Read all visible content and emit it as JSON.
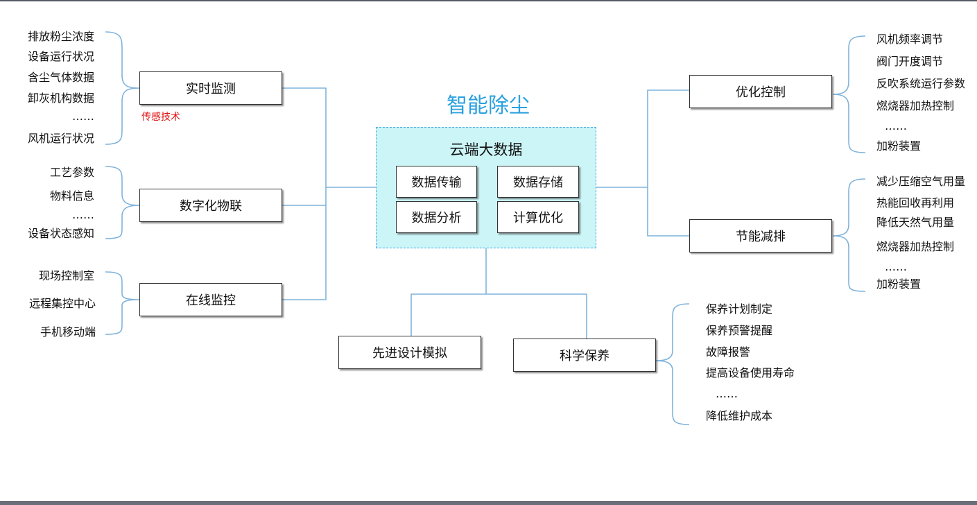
{
  "title": "智能除尘",
  "cloud": {
    "title": "云端大数据",
    "cells": [
      "数据传输",
      "数据存储",
      "数据分析",
      "计算优化"
    ]
  },
  "nodes": {
    "realtime": "实时监测",
    "digital": "数字化物联",
    "online": "在线监控",
    "optimize": "优化控制",
    "energy": "节能减排",
    "design": "先进设计模拟",
    "maintain": "科学保养"
  },
  "sensor_note": "传感技术",
  "lists": {
    "realtime": [
      "排放粉尘浓度",
      "设备运行状况",
      "含尘气体数据",
      "卸灰机构数据",
      "……",
      "风机运行状况"
    ],
    "digital": [
      "工艺参数",
      "物料信息",
      "……",
      "设备状态感知"
    ],
    "online": [
      "现场控制室",
      "远程集控中心",
      "手机移动端"
    ],
    "optimize": [
      "风机频率调节",
      "阀门开度调节",
      "反吹系统运行参数",
      "燃烧器加热控制",
      "……",
      "加粉装置"
    ],
    "energy": [
      "减少压缩空气用量",
      "热能回收再利用",
      "降低天然气用量",
      "燃烧器加热控制",
      "……",
      "加粉装置"
    ],
    "maintain": [
      "保养计划制定",
      "保养预警提醒",
      "故障报警",
      "提高设备使用寿命",
      "……",
      "降低维护成本"
    ]
  },
  "colors": {
    "title": "#2aa1df",
    "cloud_fill": "#ccf5f7",
    "cloud_border": "#44a8e0",
    "connector": "#7fb3dc",
    "note": "#e01010"
  }
}
